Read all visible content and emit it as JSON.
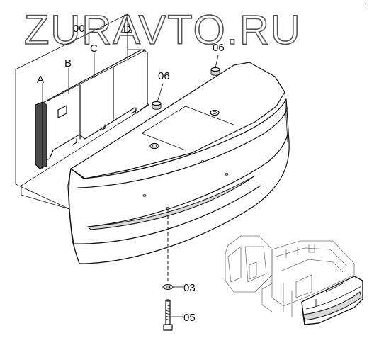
{
  "watermark": "ZURAVTO.RU",
  "corner_mark": "c",
  "labels": {
    "part_00": "00",
    "part_a": "A",
    "part_b": "B",
    "part_c": "C",
    "part_d": "D",
    "part_06_top": "06",
    "part_06_left": "06",
    "part_03": "03",
    "part_05": "05"
  },
  "colors": {
    "line": "#111111",
    "watermark_stroke": "#555555",
    "background": "#ffffff"
  }
}
